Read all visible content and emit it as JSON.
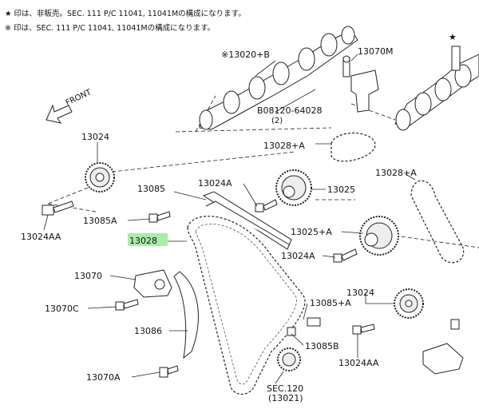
{
  "notes": {
    "line1": "★ 印は、非販売。SEC. 111 P/C 11041, 11041Mの構成になります。",
    "line2": "※ 印は、SEC. 111 P/C 11041, 11041Mの構成になります。"
  },
  "direction": {
    "label": "FRONT"
  },
  "callouts": {
    "c13020b": "※13020+B",
    "c13070m": "13070M",
    "c08120": "B08120-64028",
    "c08120_qty": "(2)",
    "c13024_top": "13024",
    "c13028a_top": "13028+A",
    "c13028a_right": "13028+A",
    "c13085": "13085",
    "c13024a_mid": "13024A",
    "c13025": "13025",
    "c13085a": "13085A",
    "c13024aa_left": "13024AA",
    "c13028": "13028",
    "c13025a": "13025+A",
    "c13024a_low": "13024A",
    "c13070": "13070",
    "c13024_low": "13024",
    "c13070c": "13070C",
    "c13085_plus_a": "13085+A",
    "c13086": "13086",
    "c13085b": "13085B",
    "c13024aa_right": "13024AA",
    "c13070a": "13070A",
    "sec120": "SEC.120",
    "sec120_ref": "(13021)",
    "star": "★"
  },
  "highlight": {
    "color": "#9be89b",
    "part": "13028"
  }
}
